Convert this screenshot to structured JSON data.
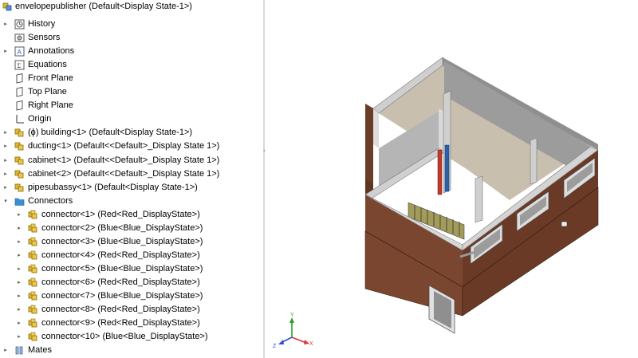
{
  "tree": {
    "root": "envelopepublisher  (Default<Display State-1>)",
    "items": [
      {
        "label": "History",
        "icon": "history-icon",
        "caret": true,
        "level": 1
      },
      {
        "label": "Sensors",
        "icon": "sensor-icon",
        "caret": false,
        "level": 1
      },
      {
        "label": "Annotations",
        "icon": "annotations-icon",
        "caret": true,
        "level": 1
      },
      {
        "label": "Equations",
        "icon": "equations-icon",
        "caret": false,
        "level": 1
      },
      {
        "label": "Front Plane",
        "icon": "plane-icon",
        "caret": false,
        "level": 1
      },
      {
        "label": "Top Plane",
        "icon": "plane-icon",
        "caret": false,
        "level": 1
      },
      {
        "label": "Right Plane",
        "icon": "plane-icon",
        "caret": false,
        "level": 1
      },
      {
        "label": "Origin",
        "icon": "origin-icon",
        "caret": false,
        "level": 1
      },
      {
        "label": "(ϕ) building<1> (Default<Display State-1>)",
        "icon": "assembly-icon",
        "caret": true,
        "level": 1
      },
      {
        "label": "ducting<1> (Default<<Default>_Display State 1>)",
        "icon": "assembly-icon",
        "caret": true,
        "level": 1
      },
      {
        "label": "cabinet<1> (Default<<Default>_Display State 1>)",
        "icon": "assembly-icon",
        "caret": true,
        "level": 1
      },
      {
        "label": "cabinet<2> (Default<<Default>_Display State 1>)",
        "icon": "assembly-icon",
        "caret": true,
        "level": 1
      },
      {
        "label": "pipesubassy<1> (Default<Display State-1>)",
        "icon": "assembly-icon",
        "caret": true,
        "level": 1
      },
      {
        "label": "Connectors",
        "icon": "folder-icon",
        "caret": true,
        "expanded": true,
        "level": 1
      },
      {
        "label": "connector<1> (Red<Red_DisplayState>)",
        "icon": "connector-icon",
        "caret": true,
        "level": 2
      },
      {
        "label": "connector<2> (Blue<Blue_DisplayState>)",
        "icon": "connector-icon",
        "caret": true,
        "level": 2
      },
      {
        "label": "connector<3> (Blue<Blue_DisplayState>)",
        "icon": "connector-icon",
        "caret": true,
        "level": 2
      },
      {
        "label": "connector<4> (Red<Red_DisplayState>)",
        "icon": "connector-icon",
        "caret": true,
        "level": 2
      },
      {
        "label": "connector<5> (Blue<Blue_DisplayState>)",
        "icon": "connector-icon",
        "caret": true,
        "level": 2
      },
      {
        "label": "connector<6> (Red<Red_DisplayState>)",
        "icon": "connector-icon",
        "caret": true,
        "level": 2
      },
      {
        "label": "connector<7> (Blue<Blue_DisplayState>)",
        "icon": "connector-icon",
        "caret": true,
        "level": 2
      },
      {
        "label": "connector<8> (Red<Red_DisplayState>)",
        "icon": "connector-icon",
        "caret": true,
        "level": 2
      },
      {
        "label": "connector<9> (Red<Red_DisplayState>)",
        "icon": "connector-icon",
        "caret": true,
        "level": 2
      },
      {
        "label": "connector<10> (Blue<Blue_DisplayState>)",
        "icon": "connector-icon",
        "caret": true,
        "level": 2
      },
      {
        "label": "Mates",
        "icon": "mates-icon",
        "caret": true,
        "level": 1
      }
    ]
  },
  "triad": {
    "x": "X",
    "y": "Y",
    "z": "Z"
  },
  "colors": {
    "brick": "#7a4630",
    "wall_top": "#c8c8c8",
    "floor": "#c9bfae",
    "pipe_red": "#c0392b",
    "pipe_blue": "#2a62a8"
  }
}
